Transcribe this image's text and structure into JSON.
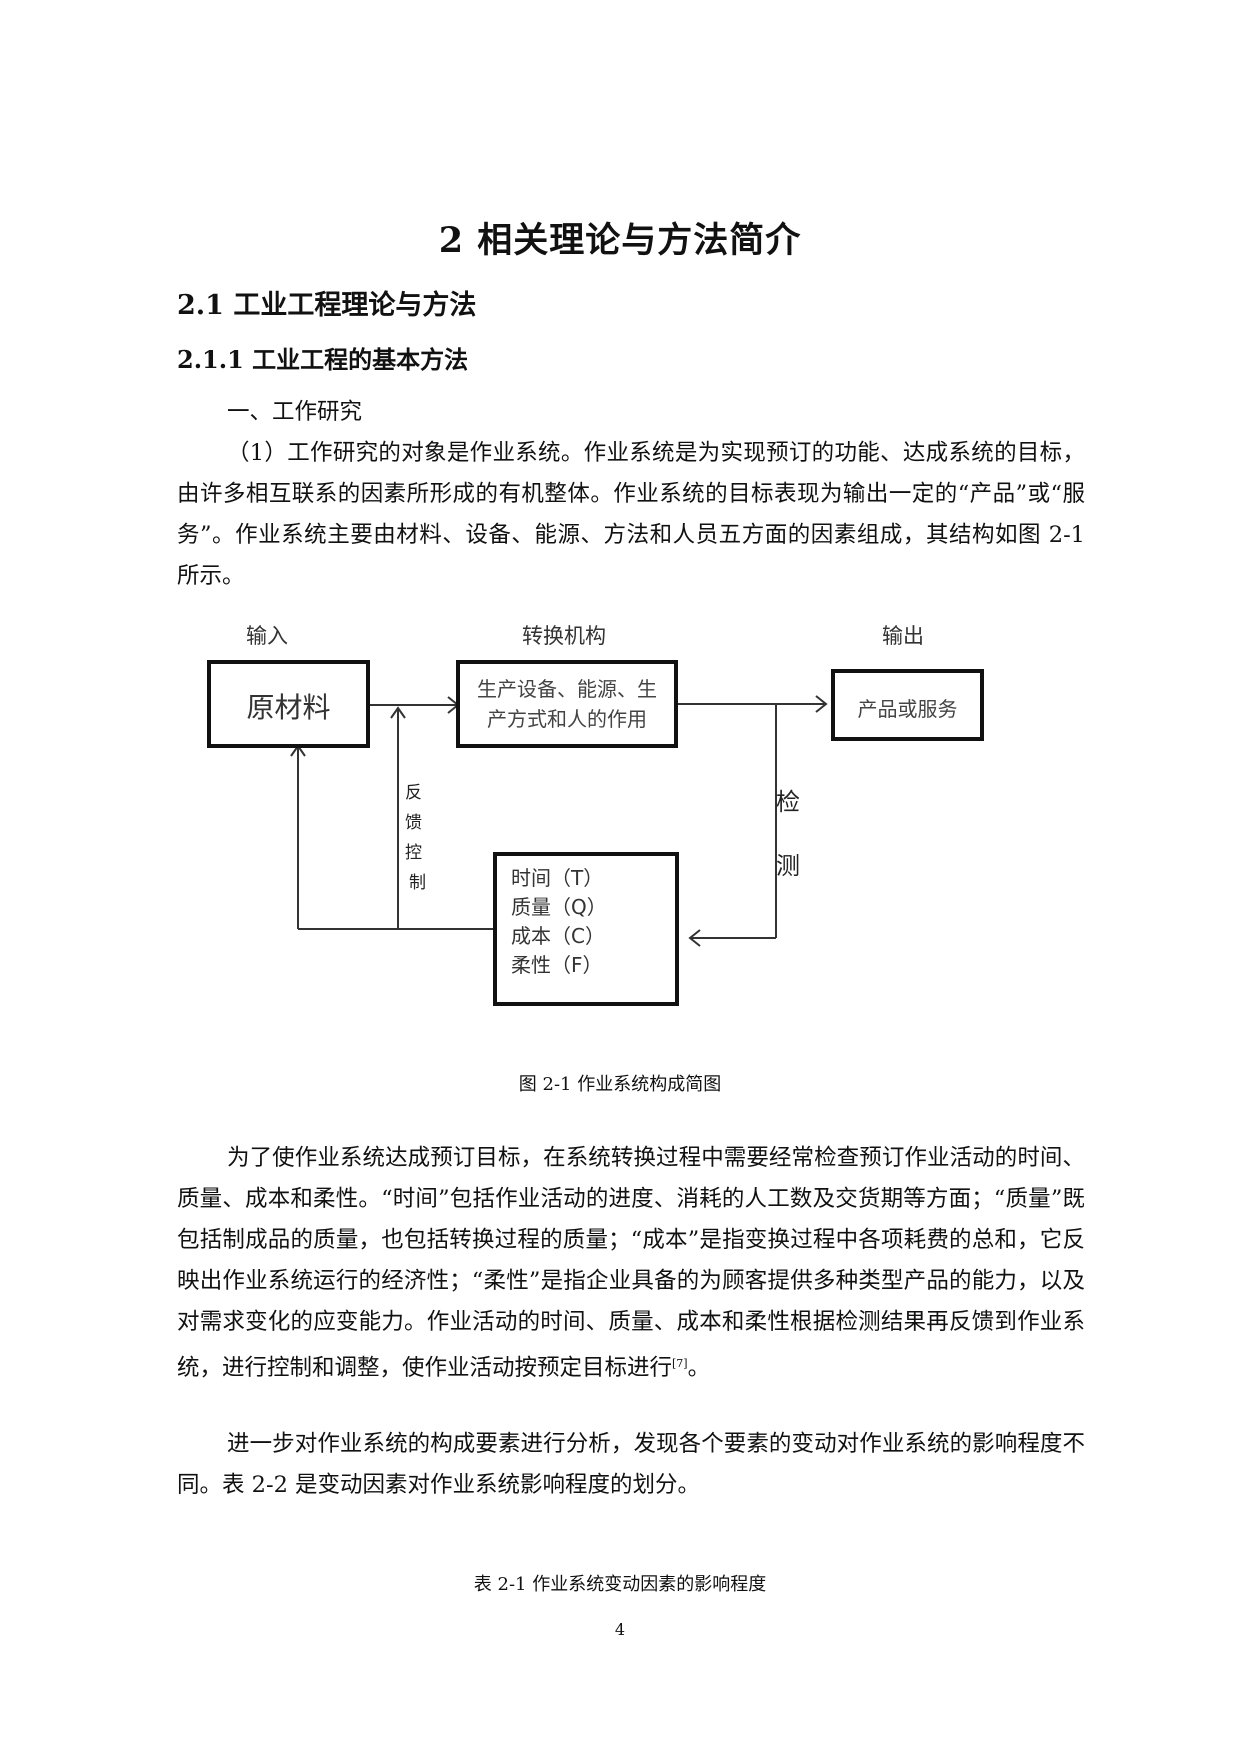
{
  "chapter_title": "2 相关理论与方法简介",
  "section_title": "2.1 工业工程理论与方法",
  "subsection_title": "2.1.1 工业工程的基本方法",
  "paragraphs": {
    "p1": "一、工作研究",
    "p2": "（1）工作研究的对象是作业系统。作业系统是为实现预订的功能、达成系统的目标，由许多相互联系的因素所形成的有机整体。作业系统的目标表现为输出一定的“产品”或“服务”。作业系统主要由材料、设备、能源、方法和人员五方面的因素组成，其结构如图 2-1 所示。",
    "p3": "为了使作业系统达成预订目标，在系统转换过程中需要经常检查预订作业活动的时间、质量、成本和柔性。“时间”包括作业活动的进度、消耗的人工数及交货期等方面；“质量”既包括制成品的质量，也包括转换过程的质量；“成本”是指变换过程中各项耗费的总和，它反映出作业系统运行的经济性；“柔性”是指企业具备的为顾客提供多种类型产品的能力，以及对需求变化的应变能力。作业活动的时间、质量、成本和柔性根据检测结果再反馈到作业系统，进行控制和调整，使作业活动按预定目标进行",
    "p3_citation": "[7]",
    "p3_end": "。",
    "p4": "进一步对作业系统的构成要素进行分析，发现各个要素的变动对作业系统的影响程度不同。表 2-2 是变动因素对作业系统影响程度的划分。"
  },
  "diagram": {
    "label_input": "输入",
    "label_transform": "转换机构",
    "label_output": "输出",
    "box_input": "原材料",
    "box_transform_line1": "生产设备、能源、生",
    "box_transform_line2": "产方式和人的作用",
    "box_output": "产品或服务",
    "feedback_chars": [
      "反",
      "馈",
      "控",
      "制"
    ],
    "detect_chars": [
      "检",
      "测"
    ],
    "measures": [
      "时间（T）",
      "质量（Q）",
      "成本（C）",
      "柔性（F）"
    ]
  },
  "figure_caption": "图  2-1 作业系统构成简图",
  "table_caption": "表 2-1 作业系统变动因素的影响程度",
  "page_number": "4"
}
